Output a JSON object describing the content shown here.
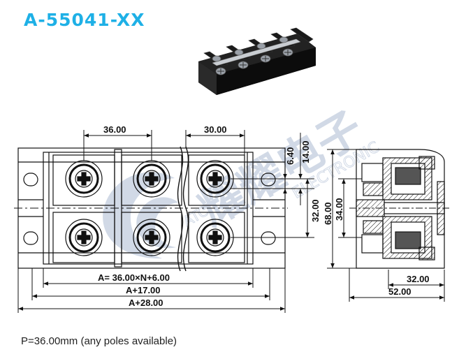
{
  "title": "A-55041-XX",
  "colors": {
    "title": "#1eb0e6",
    "line": "#111111",
    "watermark": "#c9d3e2",
    "photo_body": "#151515",
    "photo_metal": "#c9cdd2"
  },
  "watermark": {
    "chinese_text": "耀耀电子",
    "english_text": "ELECTRONIC",
    "english_prefix": "ATC"
  },
  "dimensions": {
    "pitch_top": "36.00",
    "pitch_top_right": "30.00",
    "screw_offset": "6.40",
    "screw_spacing": "14.00",
    "row_spacing": "32.00",
    "overall_height": "68.00",
    "inner_height": "34.00",
    "formula_a": "A= 36.00×N+6.00",
    "formula_a17": "A+17.00",
    "formula_a28": "A+28.00",
    "side_width_inner": "32.00",
    "side_width_outer": "52.00"
  },
  "note": "P=36.00mm (any poles available)"
}
